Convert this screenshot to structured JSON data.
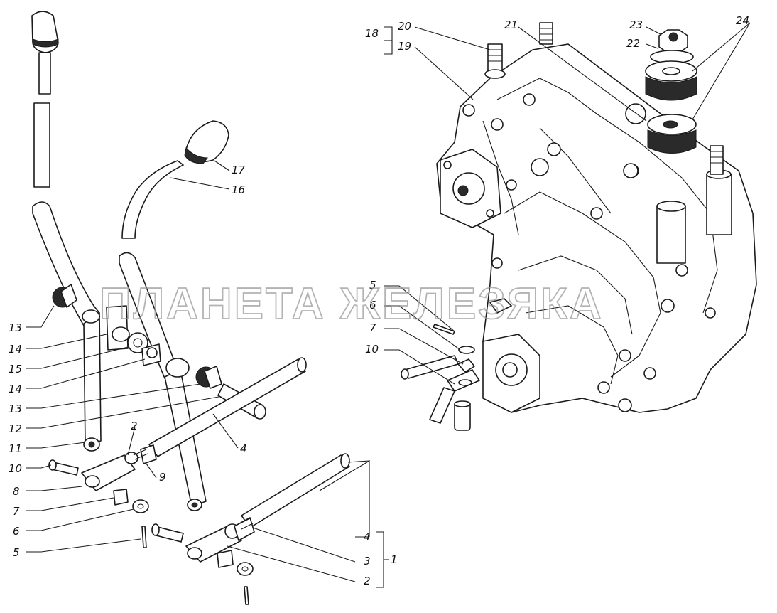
{
  "watermark": "ПЛАНЕТА ЖЕЛЕЗЯКА",
  "callouts": {
    "c1": "1",
    "c2a": "2",
    "c2b": "2",
    "c3": "3",
    "c4a": "4",
    "c4b": "4",
    "c5a": "5",
    "c5b": "5",
    "c6a": "6",
    "c6b": "6",
    "c7a": "7",
    "c7b": "7",
    "c8": "8",
    "c9": "9",
    "c10a": "10",
    "c10b": "10",
    "c11": "11",
    "c12": "12",
    "c13a": "13",
    "c13b": "13",
    "c14a": "14",
    "c14b": "14",
    "c15": "15",
    "c16": "16",
    "c17": "17",
    "c18": "18",
    "c19": "19",
    "c20": "20",
    "c21": "21",
    "c22": "22",
    "c23": "23",
    "c24": "24"
  }
}
